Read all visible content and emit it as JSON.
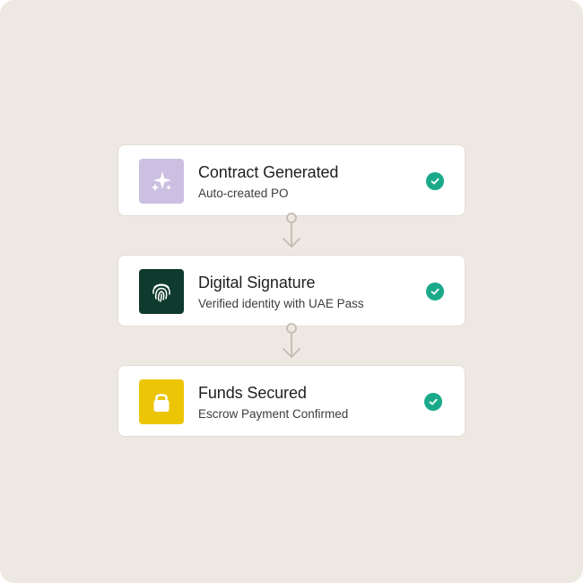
{
  "steps": [
    {
      "title": "Contract Generated",
      "subtitle": "Auto-created PO",
      "icon": "sparkles-icon",
      "tile_color": "#cbbfe2",
      "status": "complete"
    },
    {
      "title": "Digital Signature",
      "subtitle": "Verified identity with UAE Pass",
      "icon": "fingerprint-icon",
      "tile_color": "#0f3a2e",
      "status": "complete"
    },
    {
      "title": "Funds Secured",
      "subtitle": "Escrow Payment Confirmed",
      "icon": "lock-icon",
      "tile_color": "#ecc606",
      "status": "complete"
    }
  ],
  "colors": {
    "background": "#ede8e1",
    "check": "#1aaa8a",
    "connector": "#c4bcb3"
  }
}
